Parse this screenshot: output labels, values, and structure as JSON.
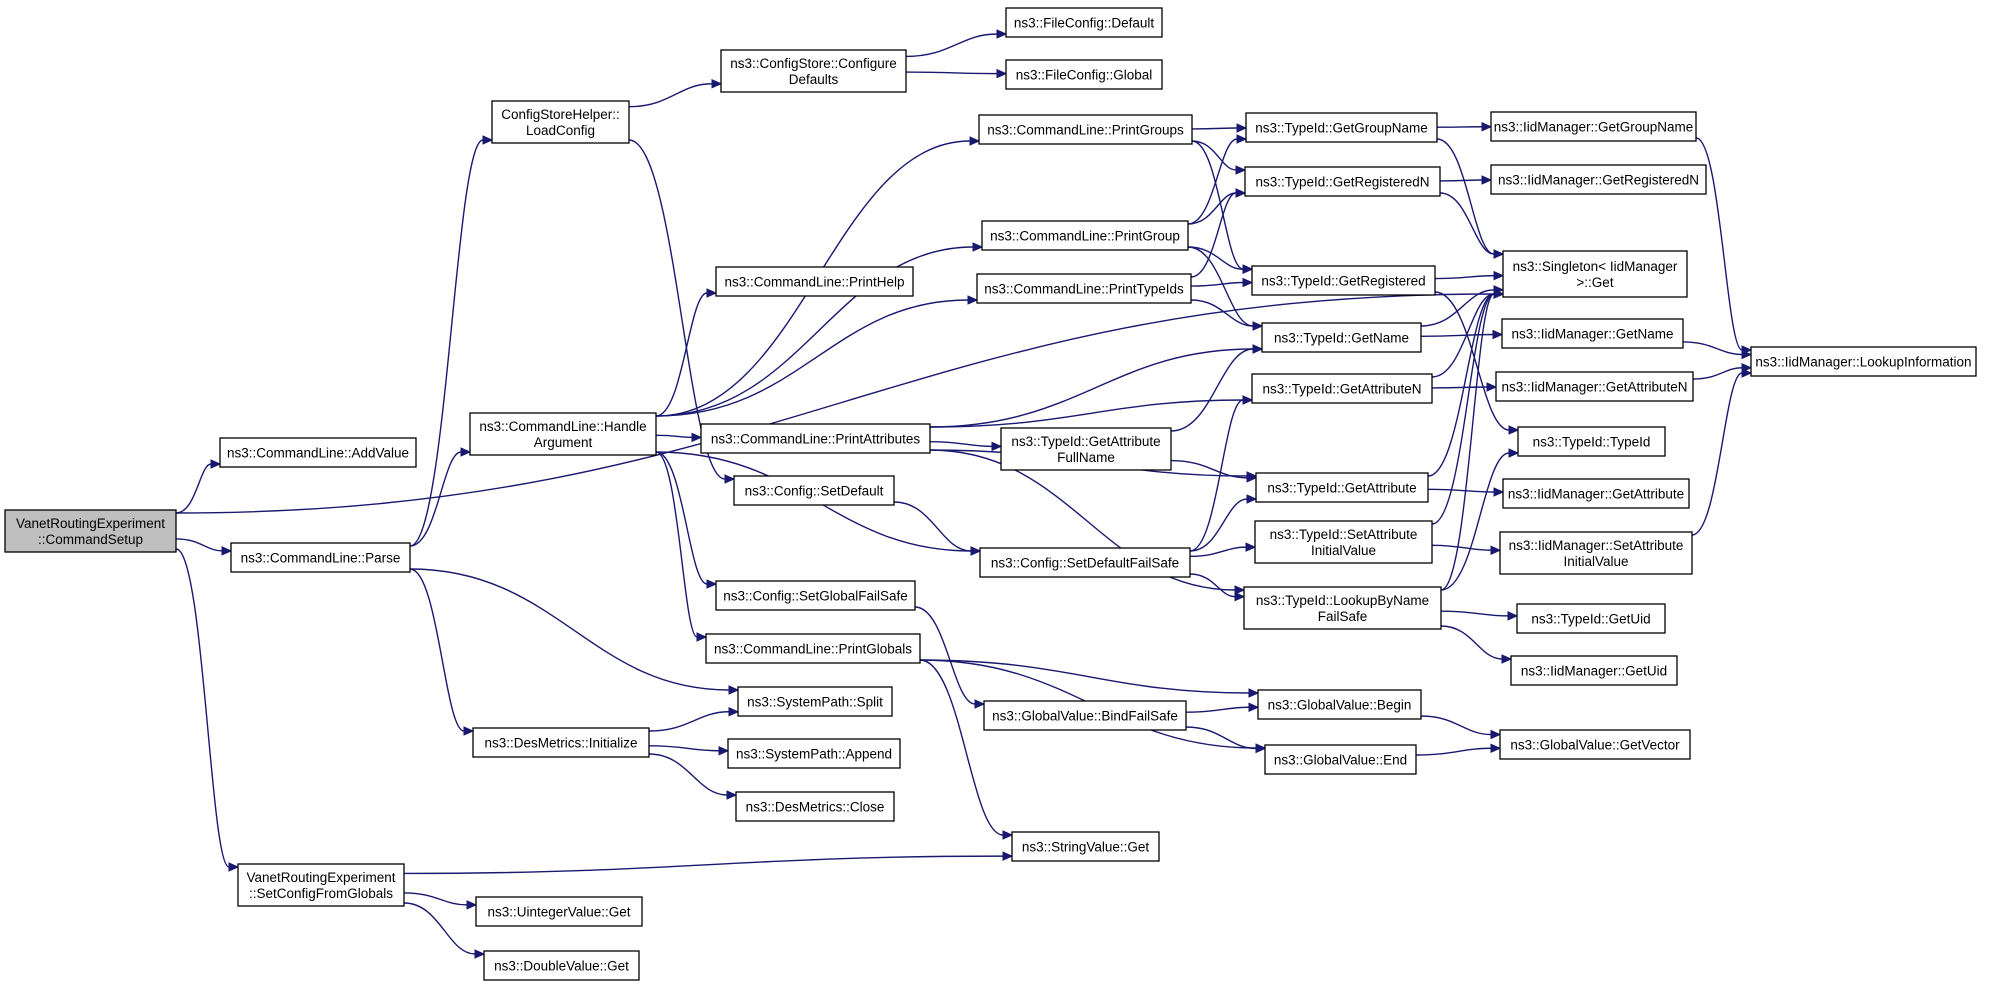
{
  "graph": {
    "nodes": [
      {
        "id": "vre_cmd",
        "lines": [
          "VanetRoutingExperiment",
          "::CommandSetup"
        ],
        "root": true
      },
      {
        "id": "addvalue",
        "lines": [
          "ns3::CommandLine::AddValue"
        ]
      },
      {
        "id": "parse",
        "lines": [
          "ns3::CommandLine::Parse"
        ]
      },
      {
        "id": "vre_setcfg",
        "lines": [
          "VanetRoutingExperiment",
          "::SetConfigFromGlobals"
        ]
      },
      {
        "id": "csh_load",
        "lines": [
          "ConfigStoreHelper::",
          "LoadConfig"
        ]
      },
      {
        "id": "handlearg",
        "lines": [
          "ns3::CommandLine::Handle",
          "Argument"
        ]
      },
      {
        "id": "desinit",
        "lines": [
          "ns3::DesMetrics::Initialize"
        ]
      },
      {
        "id": "cs_cfgdef",
        "lines": [
          "ns3::ConfigStore::Configure",
          "Defaults"
        ]
      },
      {
        "id": "fc_default",
        "lines": [
          "ns3::FileConfig::Default"
        ]
      },
      {
        "id": "fc_global",
        "lines": [
          "ns3::FileConfig::Global"
        ]
      },
      {
        "id": "printgroups",
        "lines": [
          "ns3::CommandLine::PrintGroups"
        ]
      },
      {
        "id": "printgroup",
        "lines": [
          "ns3::CommandLine::PrintGroup"
        ]
      },
      {
        "id": "printhelp",
        "lines": [
          "ns3::CommandLine::PrintHelp"
        ]
      },
      {
        "id": "printtypeids",
        "lines": [
          "ns3::CommandLine::PrintTypeIds"
        ]
      },
      {
        "id": "printattrs",
        "lines": [
          "ns3::CommandLine::PrintAttributes"
        ]
      },
      {
        "id": "cfg_setdef",
        "lines": [
          "ns3::Config::SetDefault"
        ]
      },
      {
        "id": "cfg_setglobalfs",
        "lines": [
          "ns3::Config::SetGlobalFailSafe"
        ]
      },
      {
        "id": "printglobals",
        "lines": [
          "ns3::CommandLine::PrintGlobals"
        ]
      },
      {
        "id": "sp_split",
        "lines": [
          "ns3::SystemPath::Split"
        ]
      },
      {
        "id": "sp_append",
        "lines": [
          "ns3::SystemPath::Append"
        ]
      },
      {
        "id": "dm_close",
        "lines": [
          "ns3::DesMetrics::Close"
        ]
      },
      {
        "id": "uint_get",
        "lines": [
          "ns3::UintegerValue::Get"
        ]
      },
      {
        "id": "dbl_get",
        "lines": [
          "ns3::DoubleValue::Get"
        ]
      },
      {
        "id": "tid_getattrfull",
        "lines": [
          "ns3::TypeId::GetAttribute",
          "FullName"
        ]
      },
      {
        "id": "cfg_setdeffs",
        "lines": [
          "ns3::Config::SetDefaultFailSafe"
        ]
      },
      {
        "id": "gv_bindfs",
        "lines": [
          "ns3::GlobalValue::BindFailSafe"
        ]
      },
      {
        "id": "sv_get",
        "lines": [
          "ns3::StringValue::Get"
        ]
      },
      {
        "id": "tid_getgroupname",
        "lines": [
          "ns3::TypeId::GetGroupName"
        ]
      },
      {
        "id": "tid_getregn",
        "lines": [
          "ns3::TypeId::GetRegisteredN"
        ]
      },
      {
        "id": "tid_getreg",
        "lines": [
          "ns3::TypeId::GetRegistered"
        ]
      },
      {
        "id": "tid_getname",
        "lines": [
          "ns3::TypeId::GetName"
        ]
      },
      {
        "id": "tid_getattrn",
        "lines": [
          "ns3::TypeId::GetAttributeN"
        ]
      },
      {
        "id": "tid_getattr",
        "lines": [
          "ns3::TypeId::GetAttribute"
        ]
      },
      {
        "id": "tid_setattrinit",
        "lines": [
          "ns3::TypeId::SetAttribute",
          "InitialValue"
        ]
      },
      {
        "id": "tid_lookupfs",
        "lines": [
          "ns3::TypeId::LookupByName",
          "FailSafe"
        ]
      },
      {
        "id": "gv_begin",
        "lines": [
          "ns3::GlobalValue::Begin"
        ]
      },
      {
        "id": "gv_end",
        "lines": [
          "ns3::GlobalValue::End"
        ]
      },
      {
        "id": "iid_getgroupname",
        "lines": [
          "ns3::IidManager::GetGroupName"
        ]
      },
      {
        "id": "iid_getregn",
        "lines": [
          "ns3::IidManager::GetRegisteredN"
        ]
      },
      {
        "id": "singleton_get",
        "lines": [
          "ns3::Singleton< IidManager",
          " >::Get"
        ]
      },
      {
        "id": "iid_getname",
        "lines": [
          "ns3::IidManager::GetName"
        ]
      },
      {
        "id": "iid_getattrn",
        "lines": [
          "ns3::IidManager::GetAttributeN"
        ]
      },
      {
        "id": "tid_typeid",
        "lines": [
          "ns3::TypeId::TypeId"
        ]
      },
      {
        "id": "iid_getattr",
        "lines": [
          "ns3::IidManager::GetAttribute"
        ]
      },
      {
        "id": "iid_setattrinit",
        "lines": [
          "ns3::IidManager::SetAttribute",
          "InitialValue"
        ]
      },
      {
        "id": "tid_getuid",
        "lines": [
          "ns3::TypeId::GetUid"
        ]
      },
      {
        "id": "iid_getuid",
        "lines": [
          "ns3::IidManager::GetUid"
        ]
      },
      {
        "id": "gv_getvector",
        "lines": [
          "ns3::GlobalValue::GetVector"
        ]
      },
      {
        "id": "iid_lookupinfo",
        "lines": [
          "ns3::IidManager::LookupInformation"
        ]
      }
    ],
    "edges": [
      [
        "vre_cmd",
        "addvalue"
      ],
      [
        "vre_cmd",
        "parse"
      ],
      [
        "vre_cmd",
        "vre_setcfg"
      ],
      [
        "vre_cmd",
        "singleton_get"
      ],
      [
        "parse",
        "csh_load"
      ],
      [
        "parse",
        "handlearg"
      ],
      [
        "parse",
        "desinit"
      ],
      [
        "parse",
        "sp_split"
      ],
      [
        "csh_load",
        "cs_cfgdef"
      ],
      [
        "csh_load",
        "cfg_setdef"
      ],
      [
        "cs_cfgdef",
        "fc_default"
      ],
      [
        "cs_cfgdef",
        "fc_global"
      ],
      [
        "handlearg",
        "printgroups"
      ],
      [
        "handlearg",
        "printgroup"
      ],
      [
        "handlearg",
        "printhelp"
      ],
      [
        "handlearg",
        "printtypeids"
      ],
      [
        "handlearg",
        "printattrs"
      ],
      [
        "handlearg",
        "cfg_setdeffs"
      ],
      [
        "handlearg",
        "cfg_setglobalfs"
      ],
      [
        "handlearg",
        "printglobals"
      ],
      [
        "printgroups",
        "tid_getgroupname"
      ],
      [
        "printgroups",
        "tid_getregn"
      ],
      [
        "printgroups",
        "tid_getreg"
      ],
      [
        "printgroup",
        "tid_getregn"
      ],
      [
        "printgroup",
        "tid_getreg"
      ],
      [
        "printgroup",
        "tid_getgroupname"
      ],
      [
        "printgroup",
        "tid_getname"
      ],
      [
        "printtypeids",
        "tid_getregn"
      ],
      [
        "printtypeids",
        "tid_getreg"
      ],
      [
        "printtypeids",
        "tid_getname"
      ],
      [
        "printattrs",
        "tid_getname"
      ],
      [
        "printattrs",
        "tid_getattrn"
      ],
      [
        "printattrs",
        "tid_getattrfull"
      ],
      [
        "printattrs",
        "tid_getattr"
      ],
      [
        "printattrs",
        "tid_lookupfs"
      ],
      [
        "cfg_setdef",
        "cfg_setdeffs"
      ],
      [
        "cfg_setglobalfs",
        "gv_bindfs"
      ],
      [
        "printglobals",
        "gv_begin"
      ],
      [
        "printglobals",
        "gv_end"
      ],
      [
        "printglobals",
        "sv_get"
      ],
      [
        "desinit",
        "sp_split"
      ],
      [
        "desinit",
        "sp_append"
      ],
      [
        "desinit",
        "dm_close"
      ],
      [
        "vre_setcfg",
        "sv_get"
      ],
      [
        "vre_setcfg",
        "uint_get"
      ],
      [
        "vre_setcfg",
        "dbl_get"
      ],
      [
        "tid_getattrfull",
        "tid_getname"
      ],
      [
        "tid_getattrfull",
        "tid_getattr"
      ],
      [
        "cfg_setdeffs",
        "tid_getattrn"
      ],
      [
        "cfg_setdeffs",
        "tid_getattr"
      ],
      [
        "cfg_setdeffs",
        "tid_setattrinit"
      ],
      [
        "cfg_setdeffs",
        "tid_lookupfs"
      ],
      [
        "gv_bindfs",
        "gv_begin"
      ],
      [
        "gv_bindfs",
        "gv_end"
      ],
      [
        "tid_getgroupname",
        "iid_getgroupname"
      ],
      [
        "tid_getgroupname",
        "singleton_get"
      ],
      [
        "tid_getregn",
        "iid_getregn"
      ],
      [
        "tid_getregn",
        "singleton_get"
      ],
      [
        "tid_getreg",
        "singleton_get"
      ],
      [
        "tid_getreg",
        "tid_typeid"
      ],
      [
        "tid_getname",
        "singleton_get"
      ],
      [
        "tid_getname",
        "iid_getname"
      ],
      [
        "tid_getattrn",
        "singleton_get"
      ],
      [
        "tid_getattrn",
        "iid_getattrn"
      ],
      [
        "tid_getattr",
        "singleton_get"
      ],
      [
        "tid_getattr",
        "iid_getattr"
      ],
      [
        "tid_setattrinit",
        "singleton_get"
      ],
      [
        "tid_setattrinit",
        "iid_setattrinit"
      ],
      [
        "tid_lookupfs",
        "singleton_get"
      ],
      [
        "tid_lookupfs",
        "tid_typeid"
      ],
      [
        "tid_lookupfs",
        "tid_getuid"
      ],
      [
        "tid_lookupfs",
        "iid_getuid"
      ],
      [
        "gv_begin",
        "gv_getvector"
      ],
      [
        "gv_end",
        "gv_getvector"
      ],
      [
        "iid_getgroupname",
        "iid_lookupinfo"
      ],
      [
        "iid_getname",
        "iid_lookupinfo"
      ],
      [
        "iid_getattrn",
        "iid_lookupinfo"
      ],
      [
        "iid_setattrinit",
        "iid_lookupinfo"
      ]
    ]
  }
}
